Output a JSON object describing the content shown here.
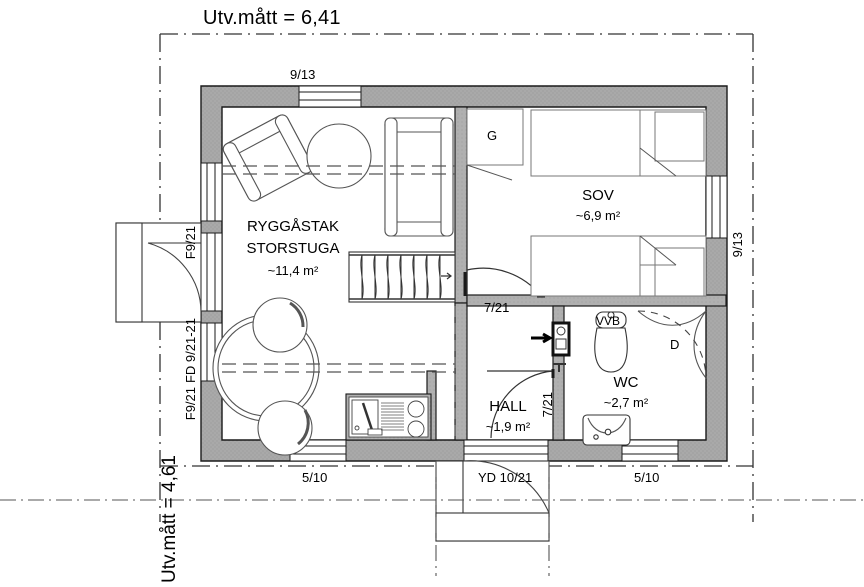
{
  "plan": {
    "title_top": "Utv.mått = 6,41",
    "title_left": "Utv.mått = 4,61"
  },
  "rooms": [
    {
      "id": "storstuga",
      "ceiling": "RYGGÅSTAK",
      "name": "STORSTUGA",
      "area": "~11,4 m²"
    },
    {
      "id": "sov",
      "ceiling": "",
      "name": "SOV",
      "area": "~6,9 m²"
    },
    {
      "id": "wc",
      "ceiling": "",
      "name": "WC",
      "area": "~2,7 m²"
    },
    {
      "id": "hall",
      "ceiling": "",
      "name": "HALL",
      "area": "~1,9 m²"
    }
  ],
  "fixtures": {
    "wardrobe": "G",
    "water_heater": "VVB",
    "shower": "D"
  },
  "openings": {
    "window_top": "9/13",
    "window_right": "9/13",
    "window_left_upper": "F9/21",
    "door_left_french": "FD 9/21-21",
    "window_left_lower": "F9/21",
    "window_bottom_left": "5/10",
    "window_bottom_right": "5/10",
    "entry_door": "YD 10/21",
    "door_sov": "7/21",
    "door_wc": "7/21"
  },
  "colors": {
    "wall_fill": "#a9a9a9",
    "wall_stroke": "#1a1a1a",
    "line": "#333333",
    "furniture": "#555555",
    "background": "#ffffff"
  }
}
